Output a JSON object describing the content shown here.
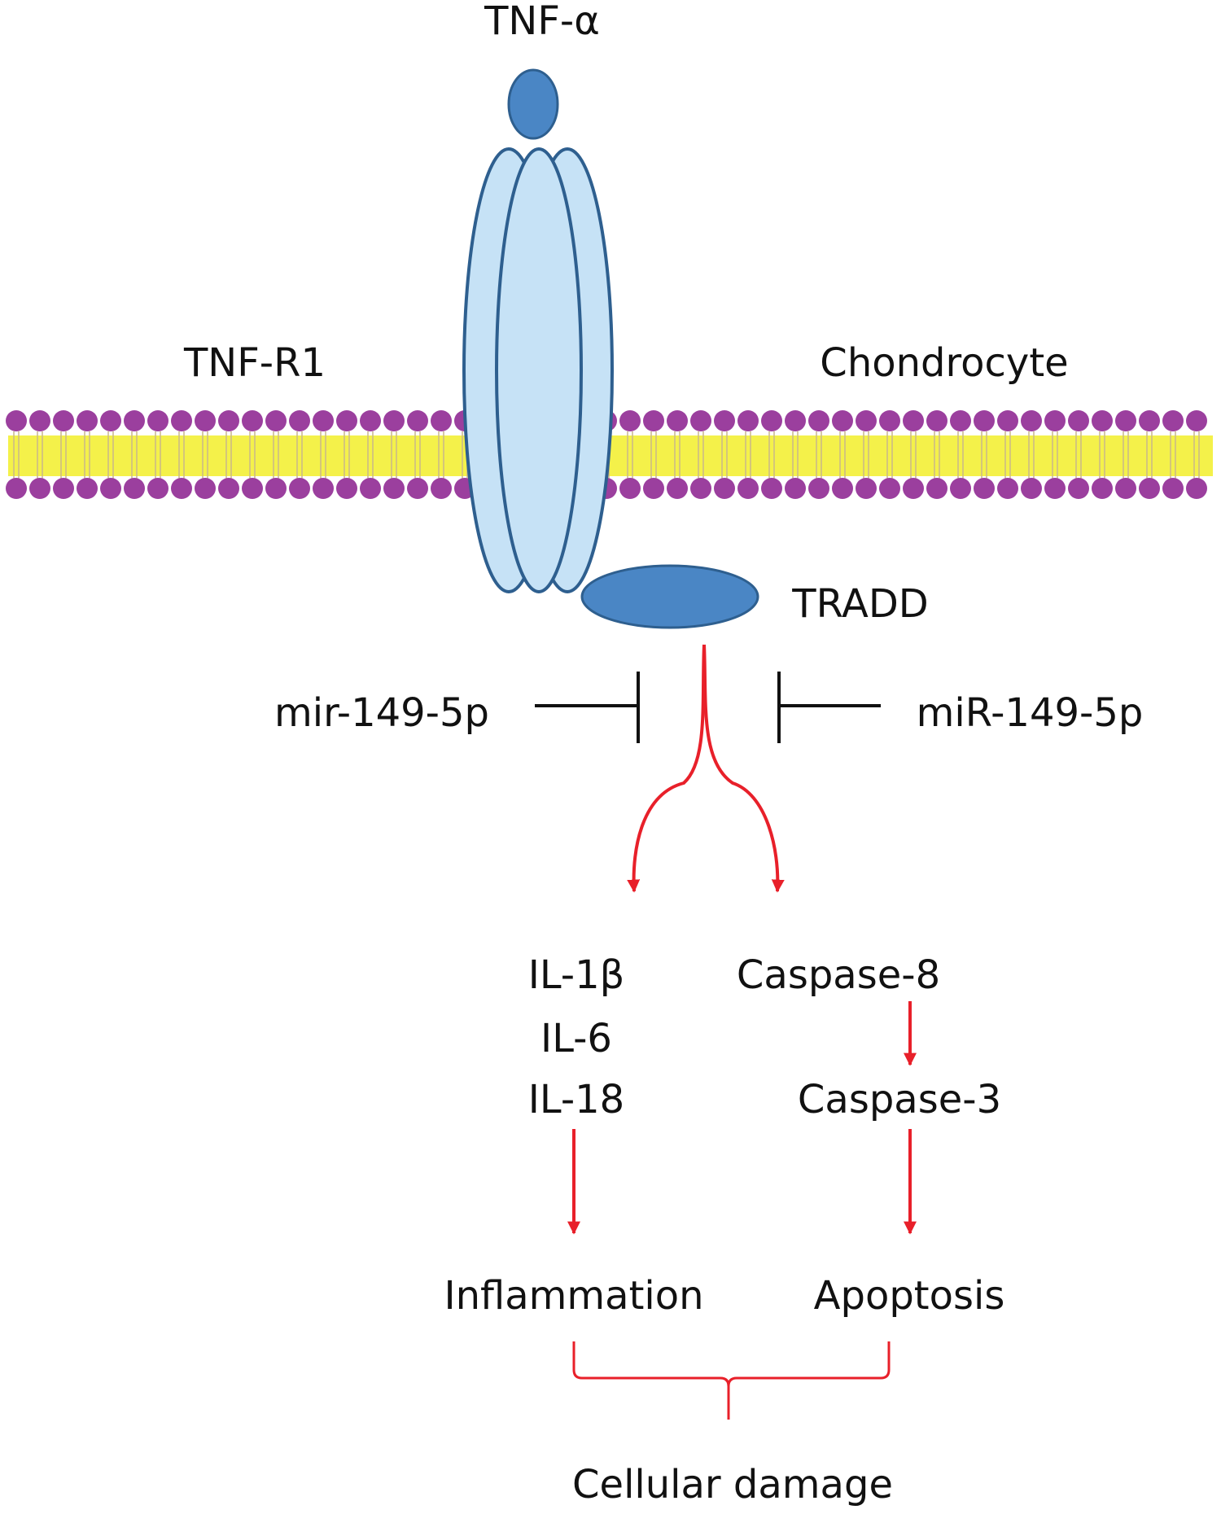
{
  "labels": {
    "tnf_alpha": "TNF-α",
    "tnf_r1": "TNF-R1",
    "chondrocyte": "Chondrocyte",
    "tradd": "TRADD",
    "mir_left": "mir-149-5p",
    "mir_right": "miR-149-5p",
    "il_1b": "IL-1β",
    "il_6": "IL-6",
    "il_18": "IL-18",
    "caspase_8": "Caspase-8",
    "caspase_3": "Caspase-3",
    "inflammation": "Inflammation",
    "apoptosis": "Apoptosis",
    "cellular_damage": "Cellular damage"
  },
  "colors": {
    "ligand_fill": "#4a86c5",
    "receptor_fill": "#c6e2f6",
    "receptor_stroke": "#2e5f8f",
    "lipid_head": "#9b3f9e",
    "lipid_tail": "#f2ef2a",
    "activation_arrow": "#e8202a",
    "inhibition_line": "#111111"
  }
}
